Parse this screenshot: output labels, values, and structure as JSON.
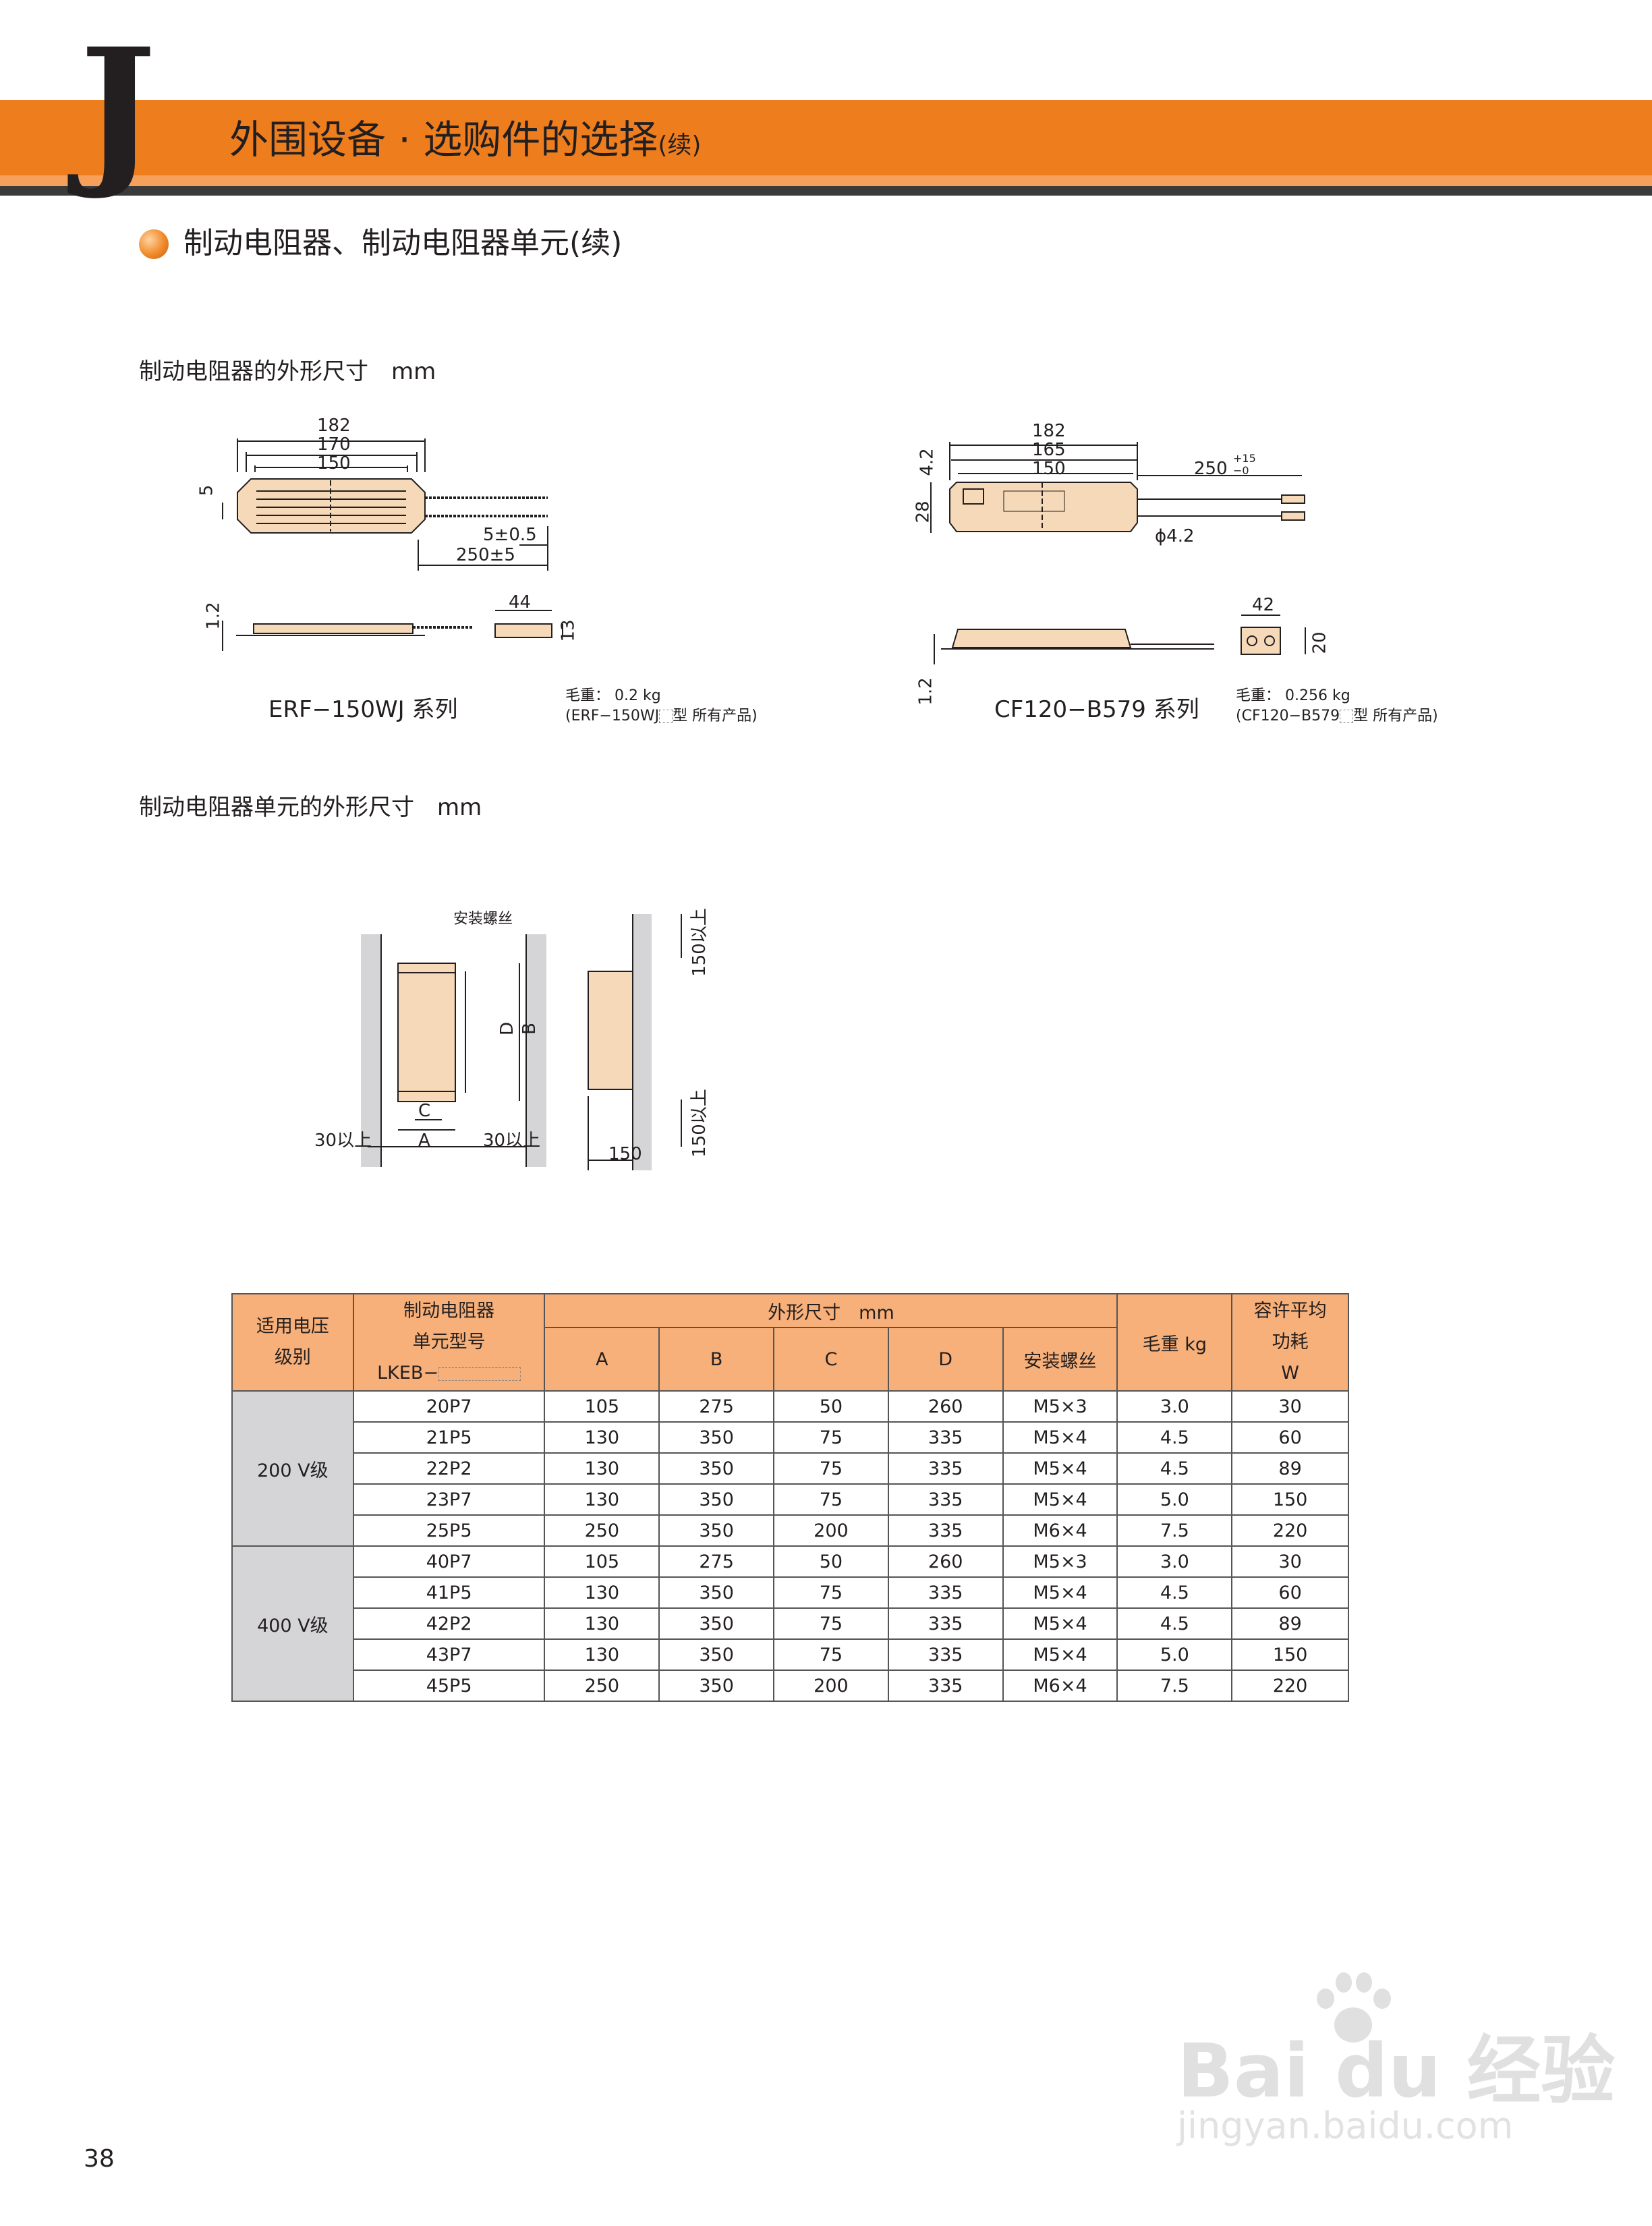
{
  "header": {
    "letter": "J",
    "title": "外围设备 · 选购件的选择",
    "cont": "(续)"
  },
  "section_title": "制动电阻器、制动电阻器单元(续)",
  "resistor_title": "制动电阻器的外形尺寸　mm",
  "unit_title": "制动电阻器单元的外形尺寸　mm",
  "erf": {
    "d182": "182",
    "d170": "170",
    "d150": "150",
    "d5": "5",
    "d5tol": "5±0.5",
    "d250": "250±5",
    "d12": "1.2",
    "d44": "44",
    "d13": "13",
    "series": "ERF−150WJ 系列",
    "weight1": "毛重：  0.2 kg",
    "weight2a": "(ERF−150WJ",
    "weight2b": "型  所有产品)"
  },
  "cf": {
    "d182": "182",
    "d165": "165",
    "d150": "150",
    "d42a": "4.2",
    "d28": "28",
    "d250": "250",
    "tol_up": "+15",
    "tol_dn": "−0",
    "hole": "ϕ4.2",
    "d12": "1.2",
    "d42": "42",
    "d20": "20",
    "series": "CF120−B579 系列",
    "weight1": "毛重：  0.256 kg",
    "weight2a": "(CF120−B579",
    "weight2b": "型  所有产品)"
  },
  "unit": {
    "screw": "安装螺丝",
    "D": "D",
    "B": "B",
    "C": "C",
    "A": "A",
    "left_gap": "30以上",
    "right_gap": "30以上",
    "top_gap": "150以上",
    "bottom_gap": "150以上",
    "depth": "150"
  },
  "table": {
    "h_voltage": "适用电压\n级别",
    "h_model1": "制动电阻器",
    "h_model2": "单元型号",
    "h_model3": "LKEB−",
    "h_dims": "外形尺寸　mm",
    "h_A": "A",
    "h_B": "B",
    "h_C": "C",
    "h_D": "D",
    "h_screw": "安装螺丝",
    "h_weight": "毛重  kg",
    "h_power1": "容许平均",
    "h_power2": "功耗",
    "h_power3": "W",
    "groups": [
      {
        "voltage": "200 V级",
        "rows": [
          [
            "20P7",
            "105",
            "275",
            "50",
            "260",
            "M5×3",
            "3.0",
            "30"
          ],
          [
            "21P5",
            "130",
            "350",
            "75",
            "335",
            "M5×4",
            "4.5",
            "60"
          ],
          [
            "22P2",
            "130",
            "350",
            "75",
            "335",
            "M5×4",
            "4.5",
            "89"
          ],
          [
            "23P7",
            "130",
            "350",
            "75",
            "335",
            "M5×4",
            "5.0",
            "150"
          ],
          [
            "25P5",
            "250",
            "350",
            "200",
            "335",
            "M6×4",
            "7.5",
            "220"
          ]
        ]
      },
      {
        "voltage": "400 V级",
        "rows": [
          [
            "40P7",
            "105",
            "275",
            "50",
            "260",
            "M5×3",
            "3.0",
            "30"
          ],
          [
            "41P5",
            "130",
            "350",
            "75",
            "335",
            "M5×4",
            "4.5",
            "60"
          ],
          [
            "42P2",
            "130",
            "350",
            "75",
            "335",
            "M5×4",
            "4.5",
            "89"
          ],
          [
            "43P7",
            "130",
            "350",
            "75",
            "335",
            "M5×4",
            "5.0",
            "150"
          ],
          [
            "45P5",
            "250",
            "350",
            "200",
            "335",
            "M6×4",
            "7.5",
            "220"
          ]
        ]
      }
    ]
  },
  "page_number": "38",
  "watermark": {
    "brand": "Bai du 经验",
    "url": "jingyan.baidu.com"
  },
  "colors": {
    "accent": "#ee7d1d",
    "header_cell": "#f7b079",
    "volt_cell": "#d5d5d7",
    "part": "#f5d9b8"
  }
}
